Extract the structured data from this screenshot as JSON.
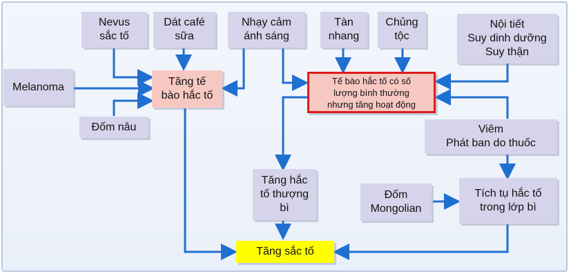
{
  "nodes": {
    "nevus": "Nevus\nsắc tố",
    "dat_cafe": "Dát café\nsữa",
    "nhay_cam": "Nhạy cảm\nánh sáng",
    "tan_nhang": "Tàn\nnhang",
    "chung_toc": "Chủng\ntộc",
    "noi_tiet": "Nội tiết\nSuy dinh dưỡng\nSuy thận",
    "melanoma": "Melanoma",
    "tang_te_bao": "Tăng tế\nbào hắc tố",
    "te_bao_hac_to": "Tế bào hắc tố có số\nlượng bình thường\nnhưng tăng hoạt động",
    "dom_nau": "Đốm nâu",
    "viem": "Viêm\nPhát ban do thuốc",
    "tang_hac_to_thuong_bi": "Tăng hắc\ntố thượng\nbì",
    "dom_mongolian": "Đốm\nMongolian",
    "tich_tu": "Tích tụ hắc tố\ntrong lớp bì",
    "tang_sac_to": "Tăng sắc tố"
  },
  "colors": {
    "arrow": "#1f6fd1",
    "box": "#d6d4ea",
    "highlight_fill": "#f7c8c2",
    "highlight_border": "#e01b1b",
    "result": "#ffff00"
  }
}
